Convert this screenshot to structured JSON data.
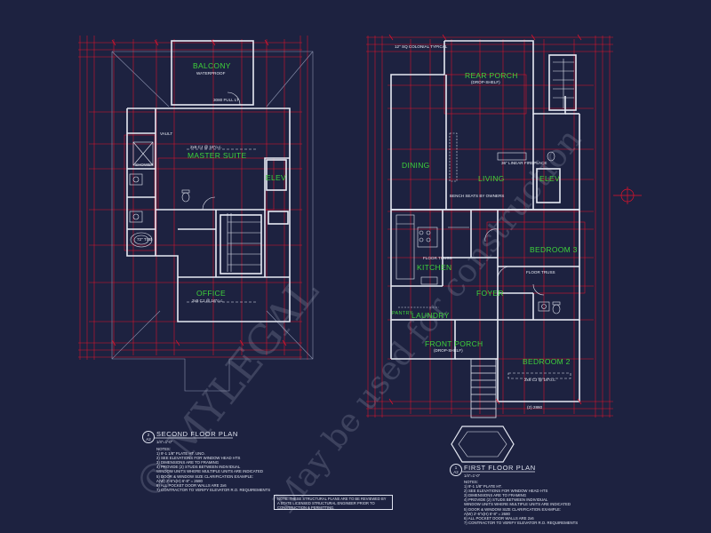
{
  "second_floor": {
    "title": "SECOND FLOOR PLAN",
    "scale": "1/4\"=1'-0\"",
    "bubble_top": "2",
    "bubble_bottom": "A2",
    "rooms": {
      "balcony": "BALCONY",
      "master_suite": "MASTER SUITE",
      "elev": "ELEV",
      "office": "OFFICE"
    },
    "callouts": {
      "waterproof": "WATERPROOF",
      "door_3080": "3080 FULL LT",
      "beam": "2x6 CJ @ 16\"o.c.",
      "tub": "72\" TUB",
      "vault": "VAULT",
      "shower": "SHOWER"
    },
    "notes_heading": "NOTES:",
    "notes": [
      "1) 9'-1 1/8\" PLATE HT. UNO.",
      "2) SEE ELEVATIONS FOR WINDOW HEAD HTS",
      "3) DIMENSIONS ARE TO FRAMING",
      "4) PROVIDE (2) STUDS BETWEEN INDIVIDUAL",
      "   WINDOW UNITS WHERE MULTIPLE UNITS ARE INDICATED",
      "5) DOOR & WINDOW SIZE CLARIFICATION EXAMPLE:",
      "   A(W) 2'-6\"x(H) 6'-8\" = 2680",
      "6) ALL POCKET DOOR WALLS ARE 2x6",
      "7) CONTRACTOR TO VERIFY ELEVATOR R.O. REQUIREMENTS"
    ]
  },
  "first_floor": {
    "title": "FIRST FLOOR PLAN",
    "scale": "1/4\"=1'-0\"",
    "bubble_top": "1",
    "bubble_bottom": "A2",
    "rooms": {
      "rear_porch": "REAR PORCH",
      "dining": "DINING",
      "living": "LIVING",
      "elev": "ELEV",
      "bedroom3": "BEDROOM 3",
      "kitchen": "KITCHEN",
      "foyer": "FOYER",
      "pantry": "PANTRY",
      "laundry": "LAUNDRY",
      "front_porch": "FRONT PORCH",
      "bedroom2": "BEDROOM 2"
    },
    "callouts": {
      "colonial": "12\" SQ COLONIAL TYPICAL",
      "drop_shelf": "(DROP-SHELF)",
      "fireplace": "36\" LINEAR FIREPLACE",
      "floor_truss": "FLOOR TRUSS",
      "bench": "BENCH SEATS BY OWNERS",
      "beam": "2x6 CJ @ 16\"o.c.",
      "door_2860": "(2) 2860"
    },
    "notes_heading": "NOTES:",
    "notes": [
      "1) 9'-1 1/8\" PLATE HT.",
      "2) SEE ELEVATIONS FOR WINDOW HEAD HTS",
      "3) DIMENSIONS ARE TO FRAMING",
      "4) PROVIDE (2) STUDS BETWEEN INDIVIDUAL",
      "   WINDOW UNITS WHERE MULTIPLE UNITS ARE INDICATED",
      "5) DOOR & WINDOW SIZE CLARIFICATION EXAMPLE:",
      "   A(W) 2'-6\"x(H) 6'-8\" = 2680",
      "6) ALL POCKET DOOR WALLS ARE 2x6",
      "7) CONTRACTOR TO VERIFY ELEVATOR R.O. REQUIREMENTS"
    ]
  },
  "disclaimer": "NOTE: THESE STRUCTURAL PLANS ARE TO BE REVIEWED BY A STATE LICENSED STRUCTURAL ENGINEER PRIOR TO CONSTRUCTION & PERMITTING.",
  "watermarks": {
    "primary": "© MYLEGAL",
    "secondary": "May be used for construction"
  },
  "colors": {
    "background": "#1d2240",
    "walls": "#e6e9f3",
    "dimensions": "#e3122a",
    "room_labels": "#3ed23a"
  }
}
